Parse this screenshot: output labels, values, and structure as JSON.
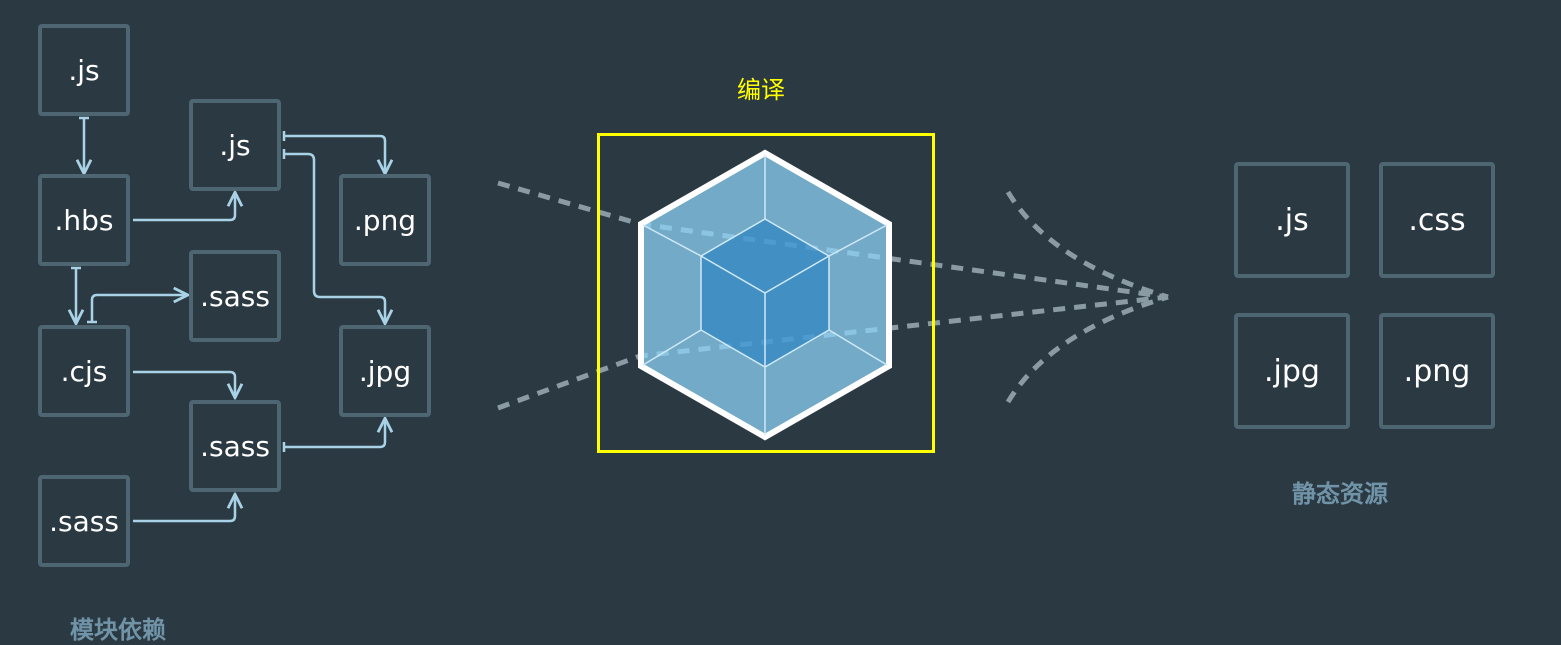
{
  "compile_label": "编译",
  "dependency_modules": [
    {
      "id": "m1",
      "label": ".js"
    },
    {
      "id": "m2",
      "label": ".hbs"
    },
    {
      "id": "m3",
      "label": ".cjs"
    },
    {
      "id": "m4",
      "label": ".sass"
    },
    {
      "id": "m5",
      "label": ".js"
    },
    {
      "id": "m6",
      "label": ".sass"
    },
    {
      "id": "m7",
      "label": ".sass"
    },
    {
      "id": "m8",
      "label": ".png"
    },
    {
      "id": "m9",
      "label": ".jpg"
    }
  ],
  "dependency_caption": "模块依赖",
  "output_assets": [
    {
      "label": ".js"
    },
    {
      "label": ".css"
    },
    {
      "label": ".jpg"
    },
    {
      "label": ".png"
    }
  ],
  "output_caption": "静态资源",
  "colors": {
    "background": "#2b3a42",
    "module_border": "#4e6572",
    "arrow": "#a9d2e6",
    "highlight": "#ffff00",
    "caption": "#7193a8",
    "cube_outer": "#8ed6fb",
    "cube_inner": "#1c78c0"
  }
}
